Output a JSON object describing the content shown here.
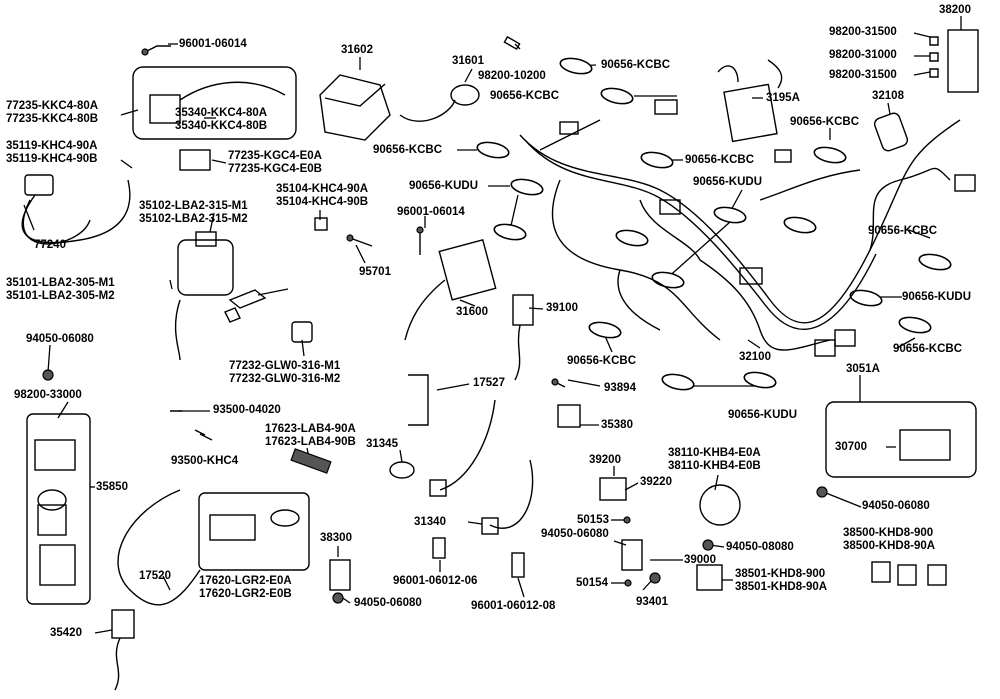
{
  "parts": [
    {
      "id": "p01",
      "lines": [
        "96001-06014"
      ]
    },
    {
      "id": "p02",
      "lines": [
        "31602"
      ]
    },
    {
      "id": "p03",
      "lines": [
        "31601"
      ]
    },
    {
      "id": "p04",
      "lines": [
        "98200-10200"
      ]
    },
    {
      "id": "p05",
      "lines": [
        "90656-KCBC"
      ]
    },
    {
      "id": "p06",
      "lines": [
        "90656-KCBC"
      ]
    },
    {
      "id": "p07",
      "lines": [
        "3195A"
      ]
    },
    {
      "id": "p08",
      "lines": [
        "38200"
      ]
    },
    {
      "id": "p09",
      "lines": [
        "98200-31500"
      ]
    },
    {
      "id": "p10",
      "lines": [
        "98200-31000"
      ]
    },
    {
      "id": "p11",
      "lines": [
        "98200-31500"
      ]
    },
    {
      "id": "p12",
      "lines": [
        "32108"
      ]
    },
    {
      "id": "p13",
      "lines": [
        "90656-KCBC"
      ]
    },
    {
      "id": "p14",
      "lines": [
        "77235-KKC4-80A",
        "77235-KKC4-80B"
      ]
    },
    {
      "id": "p15",
      "lines": [
        "35340-KKC4-80A",
        "35340-KKC4-80B"
      ]
    },
    {
      "id": "p16",
      "lines": [
        "35119-KHC4-90A",
        "35119-KHC4-90B"
      ]
    },
    {
      "id": "p17",
      "lines": [
        "77235-KGC4-E0A",
        "77235-KGC4-E0B"
      ]
    },
    {
      "id": "p18",
      "lines": [
        "90656-KCBC"
      ]
    },
    {
      "id": "p19",
      "lines": [
        "90656-KCBC"
      ]
    },
    {
      "id": "p20",
      "lines": [
        "90656-KUDU"
      ]
    },
    {
      "id": "p21",
      "lines": [
        "90656-KUDU"
      ]
    },
    {
      "id": "p22",
      "lines": [
        "35104-KHC4-90A",
        "35104-KHC4-90B"
      ]
    },
    {
      "id": "p23",
      "lines": [
        "35102-LBA2-315-M1",
        "35102-LBA2-315-M2"
      ]
    },
    {
      "id": "p24",
      "lines": [
        "96001-06014"
      ]
    },
    {
      "id": "p25",
      "lines": [
        "77240"
      ]
    },
    {
      "id": "p26",
      "lines": [
        "90656-KCBC"
      ]
    },
    {
      "id": "p27",
      "lines": [
        "95701"
      ]
    },
    {
      "id": "p28",
      "lines": [
        "35101-LBA2-305-M1",
        "35101-LBA2-305-M2"
      ]
    },
    {
      "id": "p29",
      "lines": [
        "90656-KUDU"
      ]
    },
    {
      "id": "p30",
      "lines": [
        "31600"
      ]
    },
    {
      "id": "p31",
      "lines": [
        "39100"
      ]
    },
    {
      "id": "p32",
      "lines": [
        "94050-06080"
      ]
    },
    {
      "id": "p33",
      "lines": [
        "32100"
      ]
    },
    {
      "id": "p34",
      "lines": [
        "90656-KCBC"
      ]
    },
    {
      "id": "p35",
      "lines": [
        "90656-KCBC"
      ]
    },
    {
      "id": "p36",
      "lines": [
        "77232-GLW0-316-M1",
        "77232-GLW0-316-M2"
      ]
    },
    {
      "id": "p37",
      "lines": [
        "3051A"
      ]
    },
    {
      "id": "p38",
      "lines": [
        "98200-33000"
      ]
    },
    {
      "id": "p39",
      "lines": [
        "17527"
      ]
    },
    {
      "id": "p40",
      "lines": [
        "93894"
      ]
    },
    {
      "id": "p41",
      "lines": [
        "90656-KUDU"
      ]
    },
    {
      "id": "p42",
      "lines": [
        "93500-04020"
      ]
    },
    {
      "id": "p43",
      "lines": [
        "17623-LAB4-90A",
        "17623-LAB4-90B"
      ]
    },
    {
      "id": "p44",
      "lines": [
        "31345"
      ]
    },
    {
      "id": "p45",
      "lines": [
        "35380"
      ]
    },
    {
      "id": "p46",
      "lines": [
        "30700"
      ]
    },
    {
      "id": "p47",
      "lines": [
        "93500-KHC4"
      ]
    },
    {
      "id": "p48",
      "lines": [
        "35850"
      ]
    },
    {
      "id": "p49",
      "lines": [
        "39200"
      ]
    },
    {
      "id": "p50",
      "lines": [
        "38110-KHB4-E0A",
        "38110-KHB4-E0B"
      ]
    },
    {
      "id": "p51",
      "lines": [
        "39220"
      ]
    },
    {
      "id": "p52",
      "lines": [
        "94050-06080"
      ]
    },
    {
      "id": "p53",
      "lines": [
        "31340"
      ]
    },
    {
      "id": "p54",
      "lines": [
        "50153"
      ]
    },
    {
      "id": "p55",
      "lines": [
        "94050-06080"
      ]
    },
    {
      "id": "p56",
      "lines": [
        "38500-KHD8-900",
        "38500-KHD8-90A"
      ]
    },
    {
      "id": "p57",
      "lines": [
        "94050-08080"
      ]
    },
    {
      "id": "p58",
      "lines": [
        "38300"
      ]
    },
    {
      "id": "p59",
      "lines": [
        "39000"
      ]
    },
    {
      "id": "p60",
      "lines": [
        "17520"
      ]
    },
    {
      "id": "p61",
      "lines": [
        "96001-06012-06"
      ]
    },
    {
      "id": "p62",
      "lines": [
        "96001-06012-08"
      ]
    },
    {
      "id": "p63",
      "lines": [
        "38501-KHD8-900",
        "38501-KHD8-90A"
      ]
    },
    {
      "id": "p64",
      "lines": [
        "50154"
      ]
    },
    {
      "id": "p65",
      "lines": [
        "17620-LGR2-E0A",
        "17620-LGR2-E0B"
      ]
    },
    {
      "id": "p66",
      "lines": [
        "94050-06080"
      ]
    },
    {
      "id": "p67",
      "lines": [
        "93401"
      ]
    },
    {
      "id": "p68",
      "lines": [
        "35420"
      ]
    }
  ]
}
